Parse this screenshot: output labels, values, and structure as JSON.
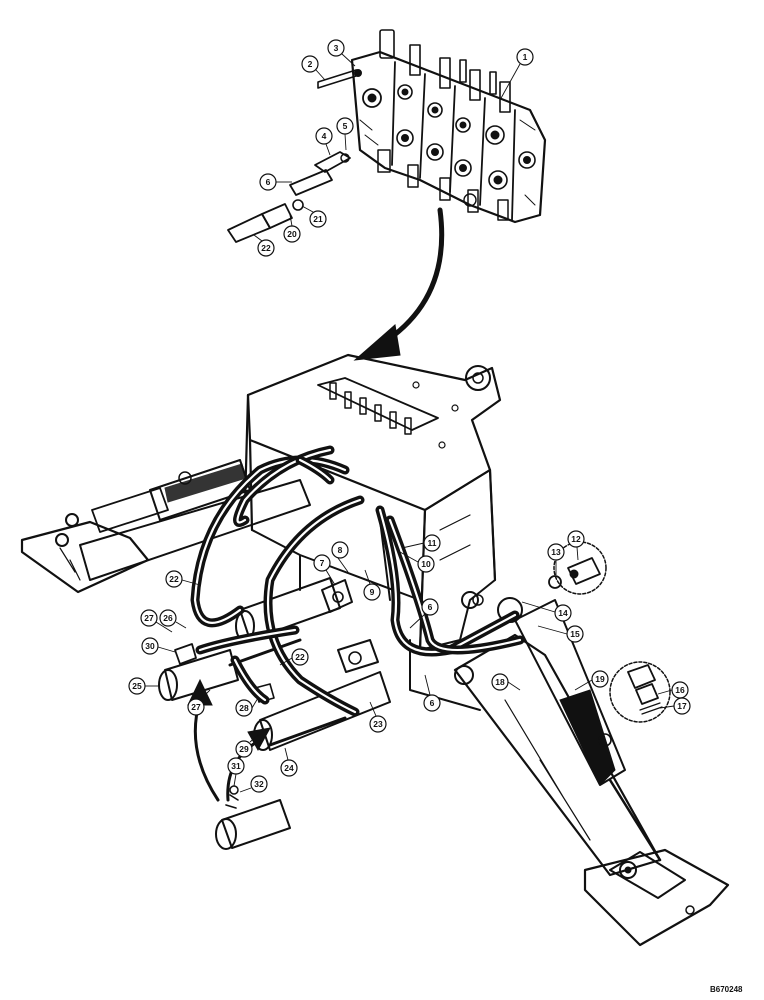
{
  "callouts": [
    "1",
    "2",
    "3",
    "4",
    "5",
    "6",
    "6",
    "6",
    "7",
    "8",
    "9",
    "10",
    "11",
    "12",
    "13",
    "14",
    "15",
    "16",
    "17",
    "18",
    "19",
    "20",
    "21",
    "22",
    "22",
    "22",
    "23",
    "24",
    "25",
    "26",
    "27",
    "27",
    "28",
    "29",
    "30",
    "31",
    "32"
  ],
  "drawing_code": "B670248"
}
